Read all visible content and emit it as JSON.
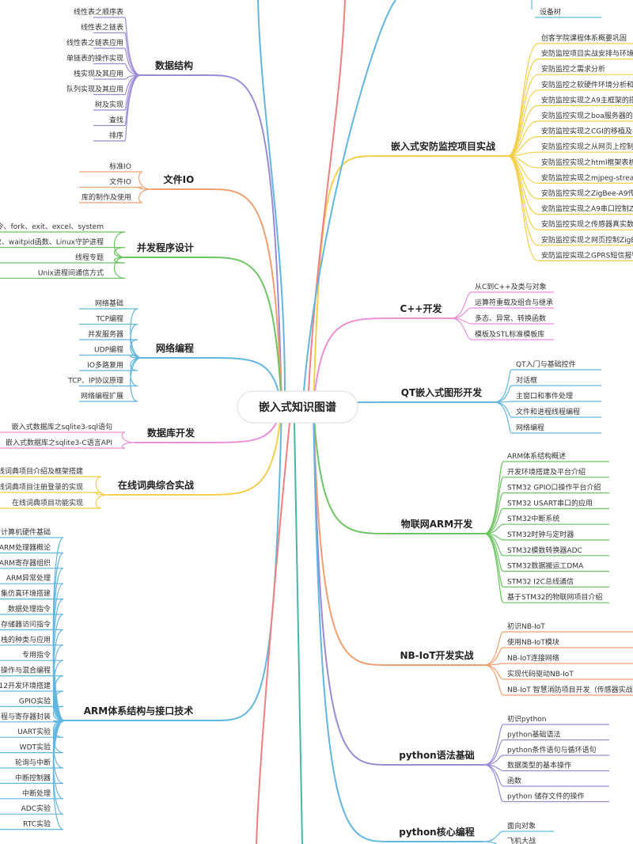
{
  "center": {
    "label": "嵌入式知识图谱"
  },
  "colors": {
    "purple": "#9c8ad6",
    "orange": "#f0a070",
    "green": "#6cc463",
    "blue": "#62b6e0",
    "pink": "#e891d5",
    "yellow": "#f3cf4b",
    "red": "#f08080",
    "teal": "#49b6a8"
  },
  "branches": [
    {
      "id": "ds",
      "label": "数据结构",
      "color": "purple",
      "leaves": [
        "线性表之顺序表",
        "线性表之链表",
        "线性表之链表应用",
        "单链表的操作实现",
        "栈实现及其应用",
        "队列实现及其应用",
        "树及实现",
        "查找",
        "排序"
      ]
    },
    {
      "id": "fio",
      "label": "文件IO",
      "color": "orange",
      "leaves": [
        "标准IO",
        "文件IO",
        "库的制作及使用"
      ]
    },
    {
      "id": "conc",
      "label": "并发程序设计",
      "color": "green",
      "leaves": [
        "令、fork、exit、excel、system",
        "数、waitpid函数、Linux守护进程",
        "线程专题",
        "Unix进程间通信方式"
      ]
    },
    {
      "id": "net",
      "label": "网络编程",
      "color": "blue",
      "leaves": [
        "网络基础",
        "TCP编程",
        "并发服务器",
        "UDP编程",
        "IO多路复用",
        "TCP、IP协议原理",
        "网络编程扩展"
      ]
    },
    {
      "id": "db",
      "label": "数据库开发",
      "color": "pink",
      "leaves": [
        "嵌入式数据库之sqlite3-sql语句",
        "嵌入式数据库之sqlite3-C语言API"
      ]
    },
    {
      "id": "dict",
      "label": "在线词典综合实战",
      "color": "yellow",
      "leaves": [
        "线词典项目介绍及框架搭建",
        "线词典项目注册登录的实现",
        "在线词典项目功能实现"
      ]
    },
    {
      "id": "arm",
      "label": "ARM体系结构与接口技术",
      "color": "blue",
      "leaves": [
        "计算机硬件基础",
        "ARM处理器概论",
        "ARM寄存器组织",
        "ARM异常处理",
        "集仿真环境搭建",
        "数据处理指令",
        "存储器访问指令",
        "栈的种类与应用",
        "专用指令",
        "操作与混合编程",
        "12开发环境搭建",
        "GPIO实验",
        "程与寄存器封装",
        "UART实验",
        "WDT实验",
        "轮询与中断",
        "中断控制器",
        "中断处理",
        "ADC实验",
        "RTC实验"
      ]
    },
    {
      "id": "sec",
      "label": "嵌入式安防监控项目实战",
      "color": "yellow",
      "leaves": [
        "创客学院课程体系概要巩固",
        "安防监控项目实战安排与环境",
        "安防监控之需求分析",
        "安防监控之软硬件环境分析和",
        "安防监控实现之A9主框架的搭",
        "安防监控实现之boa服务器的",
        "安防监控实现之CGI的移植及与",
        "安防监控实现之从网页上控制",
        "安防监控实现之html框架表析",
        "安防监控实现之mjpeg-strean",
        "安防监控实现之ZigBee-A9传",
        "安防监控实现之A9串口控制Z",
        "安防监控实现之传感器真实数",
        "安防监控实现之网页控制ZigB",
        "安防监控实现之GPRS短信报警"
      ]
    },
    {
      "id": "cpp",
      "label": "C++开发",
      "color": "pink",
      "leaves": [
        "从C到C++及类与对象",
        "运算符重载及组合与继承",
        "多态、异常、转换函数",
        "模板及STL标准模板库"
      ]
    },
    {
      "id": "qt",
      "label": "QT嵌入式图形开发",
      "color": "blue",
      "leaves": [
        "QT入门与基础控件",
        "对话框",
        "主窗口和事件处理",
        "文件和进程线程编程",
        "网络编程"
      ]
    },
    {
      "id": "iot",
      "label": "物联网ARM开发",
      "color": "green",
      "leaves": [
        "ARM体系结构概述",
        "开发环境搭建及平台介绍",
        "STM32 GPIO口操作平台介绍",
        "STM32 USART串口的应用",
        "STM32中断系统",
        "STM32时钟与定时器",
        "STM32模数转换器ADC",
        "STM32数据搬运工DMA",
        "STM32 I2C总线通信",
        "基于STM32的物联网项目介绍"
      ]
    },
    {
      "id": "nb",
      "label": "NB-IoT开发实战",
      "color": "orange",
      "leaves": [
        "初识NB-IoT",
        "使用NB-IoT模块",
        "NB-IoT连接网络",
        "实现代码驱动NB-IoT",
        "NB-IoT 智慧消防项目开发（传感器实战"
      ]
    },
    {
      "id": "py",
      "label": "python语法基础",
      "color": "purple",
      "leaves": [
        "初识python",
        "python基础语法",
        "python条件语句与循环语句",
        "数据类型的基本操作",
        "函数",
        "python 储存文件的操作"
      ]
    },
    {
      "id": "pyc",
      "label": "python核心编程",
      "color": "blue",
      "leaves": [
        "面向对象",
        "飞机大战"
      ]
    }
  ],
  "top_right": {
    "label": "设备树",
    "color": "blue"
  }
}
